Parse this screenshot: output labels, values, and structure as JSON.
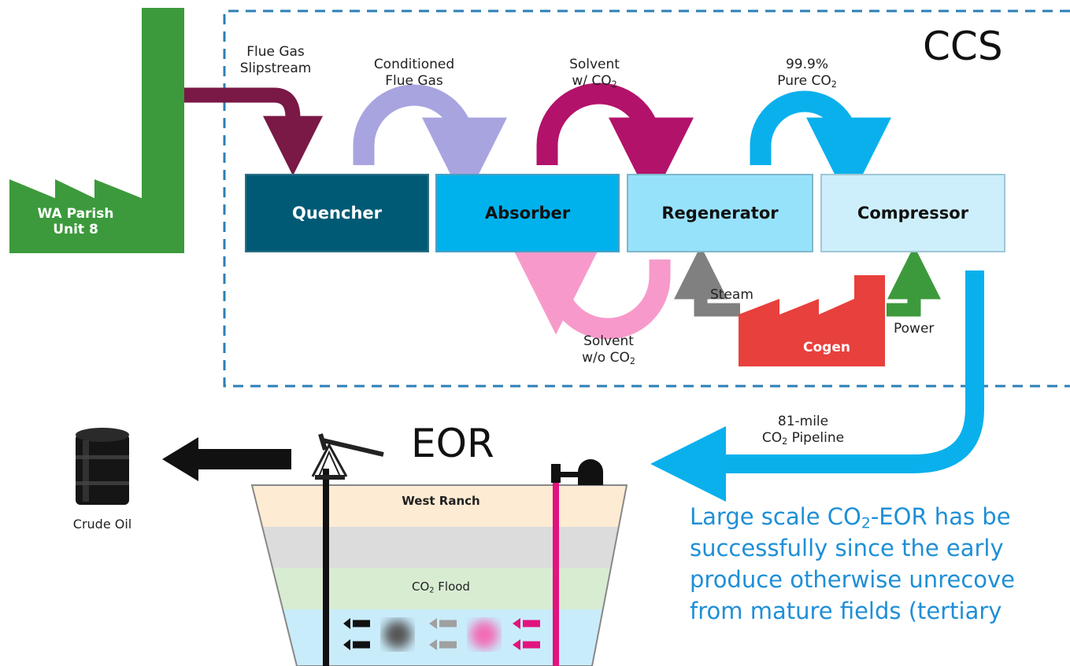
{
  "ccs_label": "CCS",
  "eor_label": "EOR",
  "plant": {
    "line1": "WA Parish",
    "line2": "Unit 8"
  },
  "flows": {
    "flue_gas": {
      "line1": "Flue Gas",
      "line2": "Slipstream"
    },
    "conditioned": {
      "line1": "Conditioned",
      "line2": "Flue Gas"
    },
    "solvent_with": {
      "line1": "Solvent",
      "line2_prefix": "w/ CO",
      "sub": "2"
    },
    "pure": {
      "line1": "99.9%",
      "line2_prefix": "Pure CO",
      "sub": "2"
    },
    "solvent_without": {
      "line1": "Solvent",
      "line2_prefix": "w/o CO",
      "sub": "2"
    },
    "steam": "Steam",
    "power": "Power",
    "pipeline": {
      "line1": "81-mile",
      "line2_prefix": "CO",
      "sub": "2",
      "line2_suffix": " Pipeline"
    }
  },
  "units": [
    "Quencher",
    "Absorber",
    "Regenerator",
    "Compressor"
  ],
  "cogen": "Cogen",
  "crude_oil": "Crude Oil",
  "reservoir": {
    "name": "West Ranch",
    "flood_prefix": "CO",
    "flood_sub": "2",
    "flood_suffix": " Flood"
  },
  "body": {
    "line1_prefix": "Large scale CO",
    "line1_sub": "2",
    "line1_suffix": "-EOR has be",
    "line2": "successfully since the early",
    "line3": "produce otherwise unrecove",
    "line4": "from mature fields (tertiary"
  },
  "colors": {
    "plant_green": "#3c9a3c",
    "flue_purple": "#7a1846",
    "conditioned": "#a8a4e0",
    "solvent_magenta": "#b3126a",
    "co2_blue": "#0ab0ec",
    "solvent_pink": "#f79acb",
    "steam_gray": "#808080",
    "cogen_red": "#e8403c",
    "dashed_border": "#2b7fb5",
    "quencher": "#005a75",
    "absorber": "#00b2ec",
    "regenerator": "#97e2fb",
    "compressor": "#cdeffb",
    "text_blue": "#1f8fd6"
  }
}
